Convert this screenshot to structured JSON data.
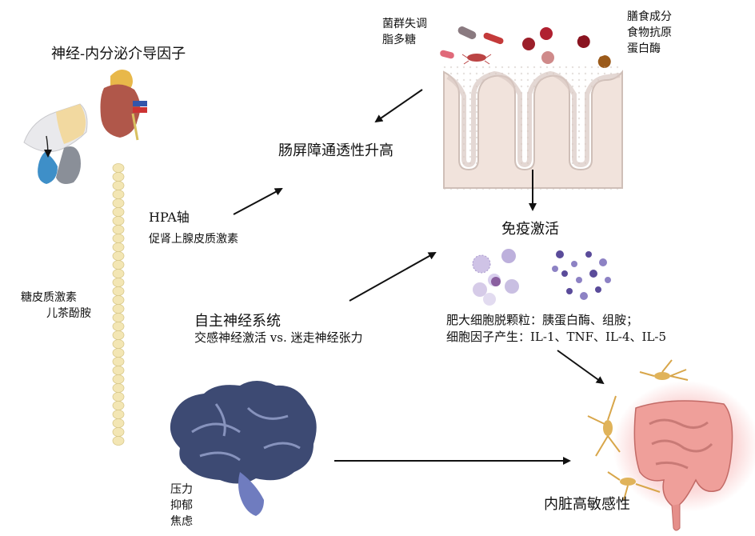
{
  "labels": {
    "neuroendocrine": "神经-内分泌介导因子",
    "dysbiosis_1": "菌群失调",
    "dysbiosis_2": "脂多糖",
    "diet_1": "膳食成分",
    "diet_2": "食物抗原",
    "diet_3": "蛋白酶",
    "barrier": "肠屏障通透性升高",
    "hpa_axis": "HPA轴",
    "acth": "促肾上腺皮质激素",
    "immune": "免疫激活",
    "glucocorticoid": "糖皮质激素",
    "catecholamine": "儿茶酚胺",
    "ans": "自主神经系统",
    "ans_detail": "交感神经激活 vs. 迷走神经张力",
    "mast_cell": "肥大细胞脱颗粒：胰蛋白酶、组胺；",
    "cytokines": "细胞因子产生：IL-1、TNF、IL-4、IL-5",
    "stress": "压力",
    "depression": "抑郁",
    "anxiety": "焦虑",
    "visceral": "内脏高敏感性"
  },
  "icons": {
    "pituitary": "pituitary-icon",
    "kidney": "kidney-adrenal-icon",
    "spine": "spinal-cord-icon",
    "brain": "brain-icon",
    "bacteria": "bacteria-icon",
    "food": "food-antigen-icon",
    "villi": "intestinal-villi-icon",
    "immune_cells": "immune-cells-icon",
    "neurons": "neuron-icon",
    "intestine": "intestine-icon"
  },
  "colors": {
    "brain": "#3d4a73",
    "brain_stem": "#6f7cbf",
    "villi_border": "#cfbfb8",
    "spine": "#f3e6b4",
    "intestine": "#e89a96",
    "glow": "#f07070",
    "neuron": "#d8a64a",
    "immune_cell": "#b9a8d8",
    "granule": "#5a4b9a",
    "arrow": "#111111"
  }
}
